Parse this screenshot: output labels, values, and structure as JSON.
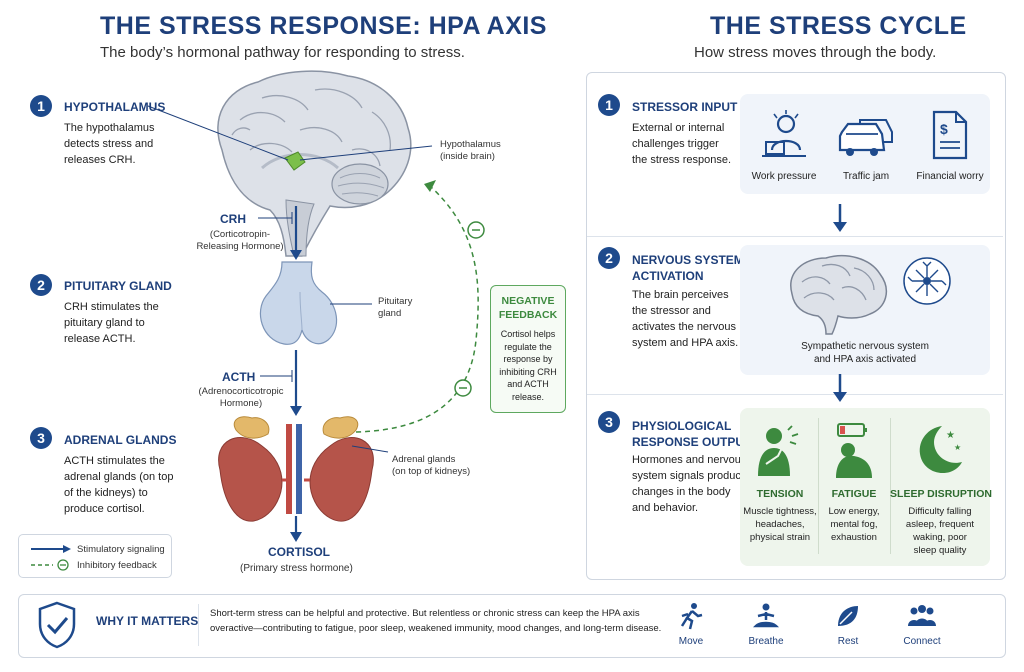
{
  "left": {
    "title": "THE STRESS RESPONSE: HPA AXIS",
    "subtitle": "The body’s hormonal pathway for responding to stress.",
    "steps": [
      {
        "num": "1",
        "title": "HYPOTHALAMUS",
        "desc": [
          "The hypothalamus",
          "detects stress and",
          "releases CRH."
        ]
      },
      {
        "num": "2",
        "title": "PITUITARY GLAND",
        "desc": [
          "CRH stimulates the",
          "pituitary gland to",
          "release ACTH."
        ]
      },
      {
        "num": "3",
        "title": "ADRENAL GLANDS",
        "desc": [
          "ACTH stimulates the",
          "adrenal glands (on top",
          "of the kidneys) to",
          "produce cortisol."
        ]
      }
    ],
    "hormones": {
      "crh": {
        "name": "CRH",
        "full": [
          "(Corticotropin-",
          "Releasing Hormone)"
        ]
      },
      "acth": {
        "name": "ACTH",
        "full": [
          "(Adrenocorticotropic",
          "Hormone)"
        ]
      },
      "cortisol": {
        "name": "CORTISOL",
        "full": "(Primary stress hormone)"
      }
    },
    "labels": {
      "hypothalamus": [
        "Hypothalamus",
        "(inside brain)"
      ],
      "pituitary": [
        "Pituitary",
        "gland"
      ],
      "adrenal": [
        "Adrenal glands",
        "(on top of kidneys)"
      ]
    },
    "feedback": {
      "title": [
        "NEGATIVE",
        "FEEDBACK"
      ],
      "desc": [
        "Cortisol helps",
        "regulate the",
        "response by",
        "inhibiting CRH",
        "and ACTH",
        "release."
      ]
    },
    "legend": {
      "stimulatory": "Stimulatory signaling",
      "inhibitory": "Inhibitory feedback"
    }
  },
  "right": {
    "title": "THE STRESS CYCLE",
    "subtitle": "How stress moves through the body.",
    "stages": [
      {
        "num": "1",
        "title": "STRESSOR INPUT",
        "desc": [
          "External or internal",
          "challenges trigger",
          "the stress response."
        ],
        "items": [
          "Work pressure",
          "Traffic jam",
          "Financial worry"
        ]
      },
      {
        "num": "2",
        "title": [
          "NERVOUS SYSTEM",
          "ACTIVATION"
        ],
        "desc": [
          "The brain perceives",
          "the stressor and",
          "activates the nervous",
          "system and HPA axis."
        ],
        "caption": [
          "Sympathetic nervous system",
          "and HPA axis activated"
        ]
      },
      {
        "num": "3",
        "title": [
          "PHYSIOLOGICAL",
          "RESPONSE OUTPUTS"
        ],
        "desc": [
          "Hormones and nervous",
          "system signals produce",
          "changes in the body",
          "and behavior."
        ],
        "outputs": [
          {
            "title": "TENSION",
            "desc": [
              "Muscle tightness,",
              "headaches,",
              "physical strain"
            ]
          },
          {
            "title": "FATIGUE",
            "desc": [
              "Low energy,",
              "mental fog,",
              "exhaustion"
            ]
          },
          {
            "title": "SLEEP DISRUPTION",
            "desc": [
              "Difficulty falling",
              "asleep, frequent",
              "waking, poor",
              "sleep quality"
            ]
          }
        ]
      }
    ]
  },
  "footer": {
    "title": "WHY IT MATTERS",
    "text": [
      "Short-term stress can be helpful and protective. But relentless or chronic stress can keep the HPA axis",
      "overactive—contributing to fatigue, poor sleep, weakened immunity, mood changes, and long-term disease."
    ],
    "actions": [
      "Move",
      "Breathe",
      "Rest",
      "Connect"
    ]
  },
  "colors": {
    "navy": "#1e3f7a",
    "green": "#3d8a3f",
    "kidney": "#b5544a",
    "adrenal": "#e3b86a"
  }
}
